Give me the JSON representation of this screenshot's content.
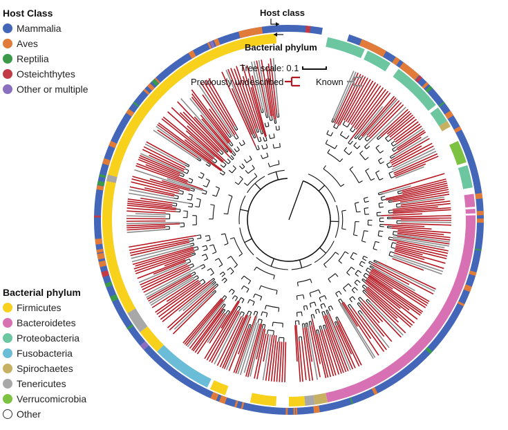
{
  "host_legend": {
    "title": "Host Class",
    "items": [
      {
        "label": "Mammalia",
        "color": "#4466b8"
      },
      {
        "label": "Aves",
        "color": "#e07b39"
      },
      {
        "label": "Reptilia",
        "color": "#3a9a4a"
      },
      {
        "label": "Osteichthytes",
        "color": "#c23a46"
      },
      {
        "label": "Other or multiple",
        "color": "#8a6fc0"
      }
    ]
  },
  "phylum_legend": {
    "title": "Bacterial phylum",
    "items": [
      {
        "label": "Firmicutes",
        "color": "#f7d11c"
      },
      {
        "label": "Bacteroidetes",
        "color": "#d771b4"
      },
      {
        "label": "Proteobacteria",
        "color": "#6cc6a0"
      },
      {
        "label": "Fusobacteria",
        "color": "#6bbcd6"
      },
      {
        "label": "Spirochaetes",
        "color": "#c8b062"
      },
      {
        "label": "Tenericutes",
        "color": "#a8a8a8"
      },
      {
        "label": "Verrucomicrobia",
        "color": "#7cc243"
      },
      {
        "label": "Other",
        "color": "#ffffff"
      }
    ]
  },
  "ring_labels": {
    "host_class": "Host class",
    "bacterial_phylum": "Bacterial phylum"
  },
  "scale": {
    "label": "Tree scale: 0.1"
  },
  "branch_legend": {
    "undescribed_label": "Previously undescribed",
    "undescribed_color": "#b5151f",
    "known_label": "Known",
    "known_color": "#8a8a8a"
  }
}
